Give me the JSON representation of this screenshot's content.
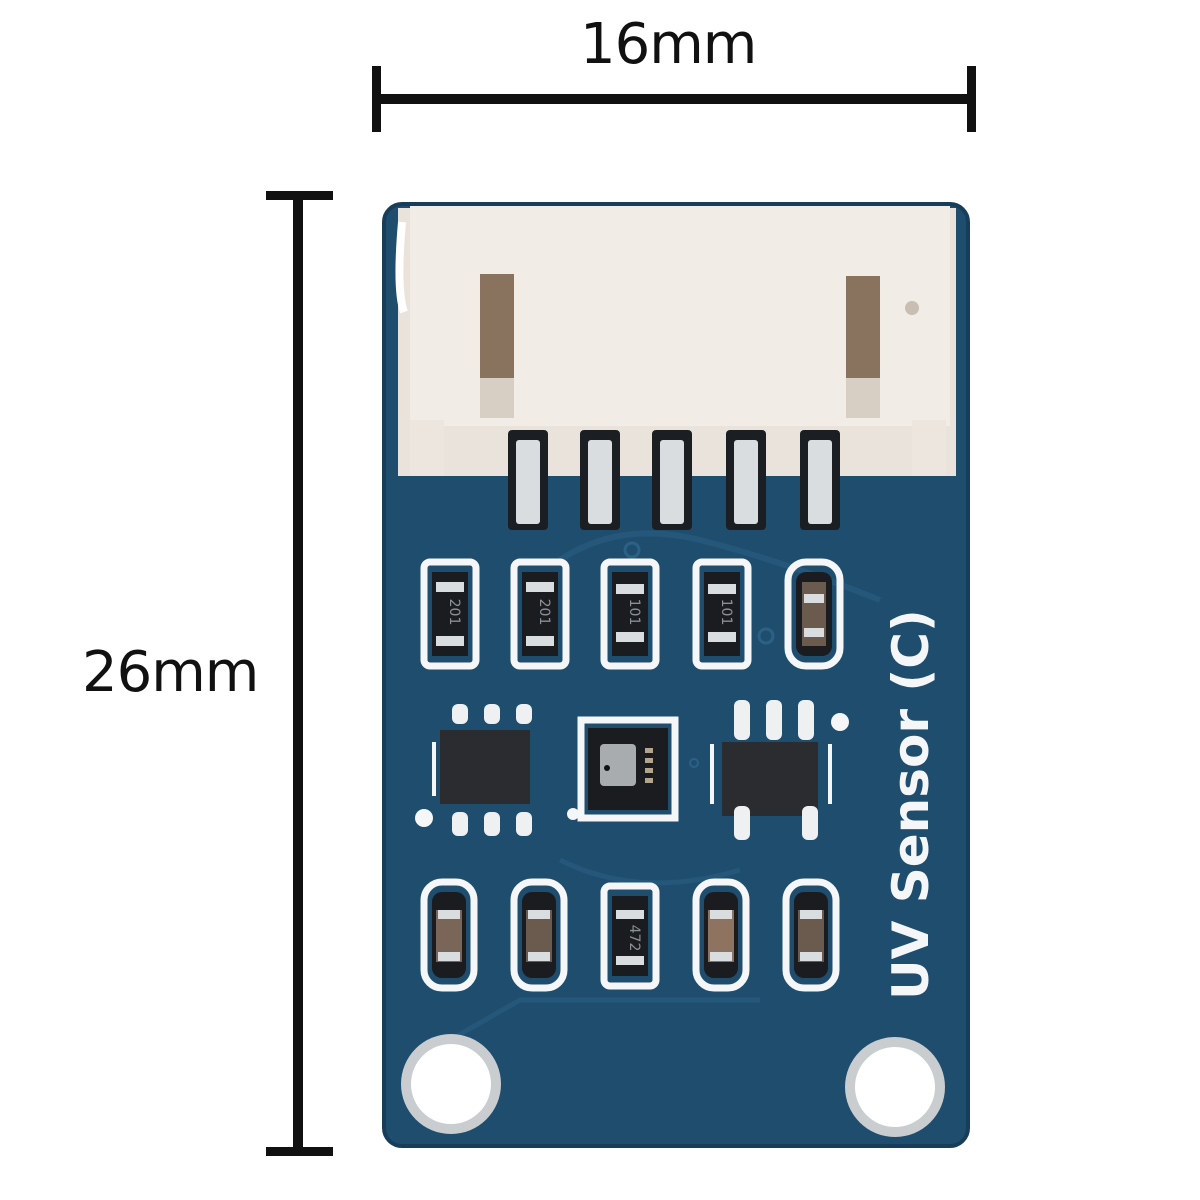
{
  "dimensions": {
    "width": {
      "label": "16mm",
      "value_mm": 16
    },
    "height": {
      "label": "26mm",
      "value_mm": 26
    }
  },
  "board": {
    "silkscreen_title": "UV Sensor (C)",
    "colors": {
      "pcb": "#1f4d6e",
      "pcb_dark": "#173d59",
      "connector": "#f1ebe4",
      "silkscreen": "#f4f6f8",
      "ic_body": "#2a2c30",
      "pad": "#d9dde0",
      "capacitor_body": "#7a6658"
    },
    "connector": {
      "type": "5-pin connector",
      "pin_count": 5
    },
    "top_row_components": [
      {
        "type": "resistor",
        "marking": "201"
      },
      {
        "type": "resistor",
        "marking": "201"
      },
      {
        "type": "resistor",
        "marking": "101"
      },
      {
        "type": "resistor",
        "marking": "101"
      },
      {
        "type": "capacitor",
        "marking": ""
      }
    ],
    "middle_row_components": [
      {
        "type": "ic",
        "pins": 6
      },
      {
        "type": "uv-sensor-chip"
      },
      {
        "type": "ic",
        "pins": 5
      }
    ],
    "bottom_row_components": [
      {
        "type": "capacitor",
        "marking": ""
      },
      {
        "type": "capacitor",
        "marking": ""
      },
      {
        "type": "resistor",
        "marking": "472"
      },
      {
        "type": "capacitor",
        "marking": ""
      },
      {
        "type": "capacitor",
        "marking": ""
      }
    ],
    "mounting_holes": 2
  }
}
